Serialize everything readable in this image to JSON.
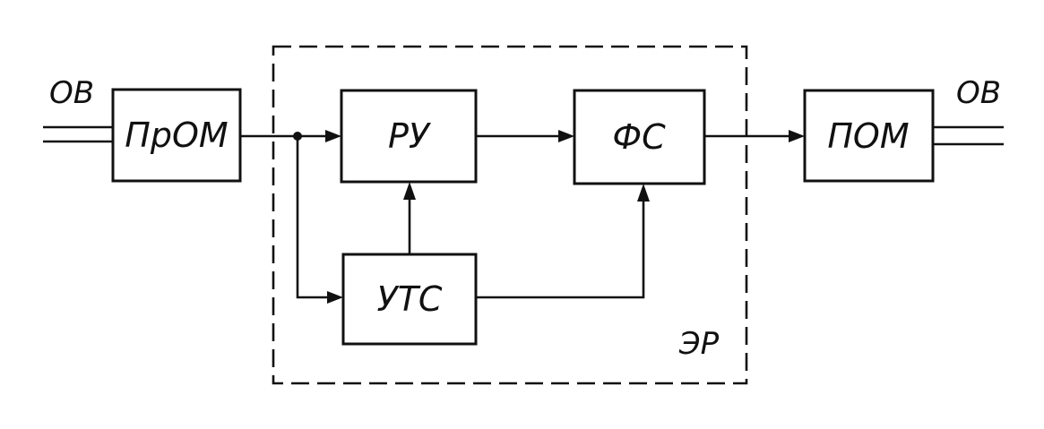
{
  "blocks": {
    "prom": "ПрОМ",
    "ru": "РУ",
    "fs": "ФС",
    "pom": "ПОМ",
    "uts": "УТС"
  },
  "labels": {
    "input_fiber": "ОВ",
    "output_fiber": "ОВ",
    "regenerator": "ЭР"
  }
}
